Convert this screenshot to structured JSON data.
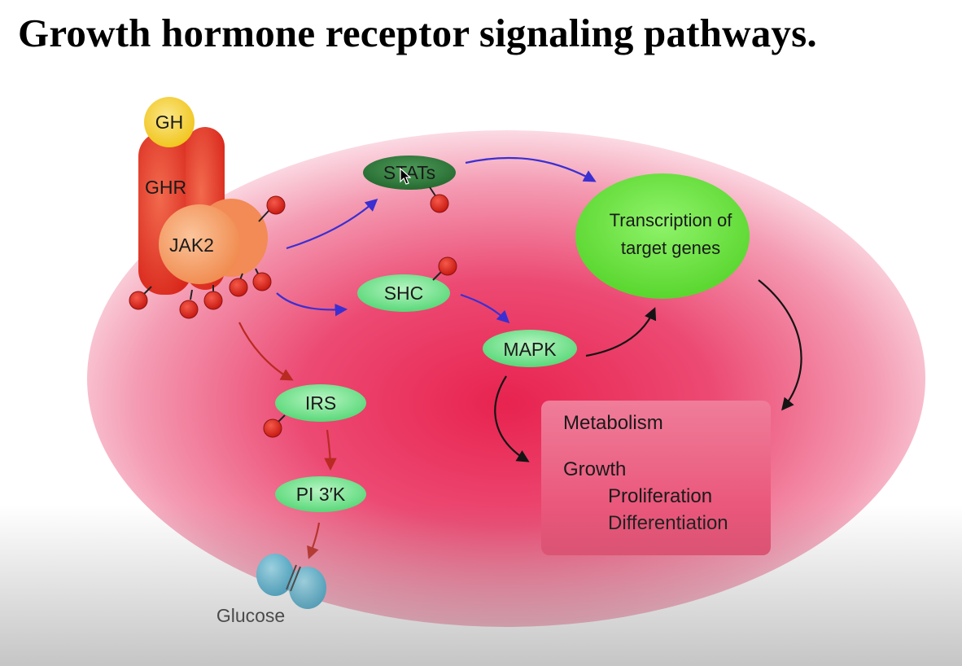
{
  "title": "Growth hormone receptor signaling pathways.",
  "nodes": {
    "gh": "GH",
    "ghr": "GHR",
    "jak2": "JAK2",
    "stats": "STATs",
    "shc": "SHC",
    "mapk": "MAPK",
    "irs": "IRS",
    "pi3k": "PI 3′K",
    "glucose": "Glucose",
    "transcription_line1": "Transcription of",
    "transcription_line2": "target genes"
  },
  "outcomes": {
    "metabolism": "Metabolism",
    "growth": "Growth",
    "proliferation": "Proliferation",
    "differentiation": "Differentiation"
  },
  "colors": {
    "cell": "#e8406a",
    "receptor": "#e8321f",
    "jak2": "#f7a06a",
    "gh": "#f5d43a",
    "green_node": "#7be89a",
    "dark_green": "#2f7d3a",
    "phosphate": "#d8271d",
    "blue_arrow": "#3b2fd1",
    "red_arrow": "#b92a22",
    "transporter": "#4fb8d8"
  }
}
